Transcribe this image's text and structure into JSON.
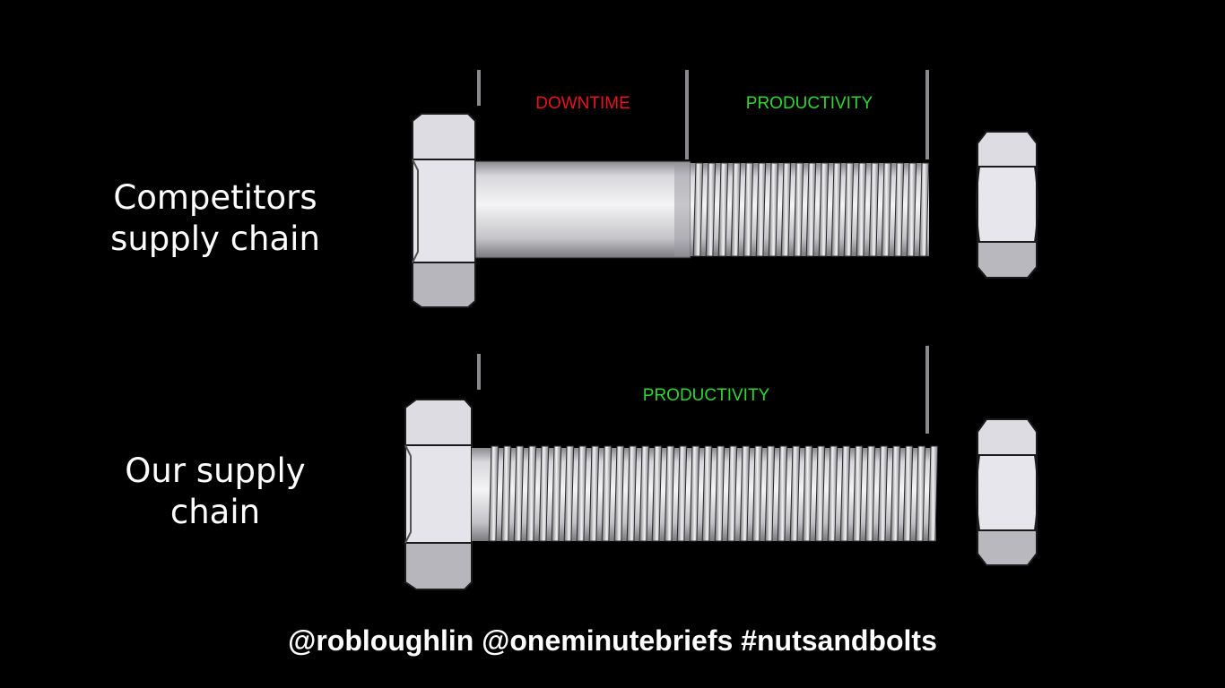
{
  "rows": {
    "competitors": {
      "label_line1": "Competitors",
      "label_line2": "supply chain",
      "segment_downtime": "DOWNTIME",
      "segment_productivity": "PRODUCTIVITY"
    },
    "ours": {
      "label_line1": "Our supply",
      "label_line2": "chain",
      "segment_productivity": "PRODUCTIVITY"
    }
  },
  "colors": {
    "background": "#000000",
    "downtime": "#e8141c",
    "productivity": "#2fd62f",
    "text": "#ffffff"
  },
  "footer": {
    "credits": "@robloughlin @oneminutebriefs #nutsandbolts"
  }
}
